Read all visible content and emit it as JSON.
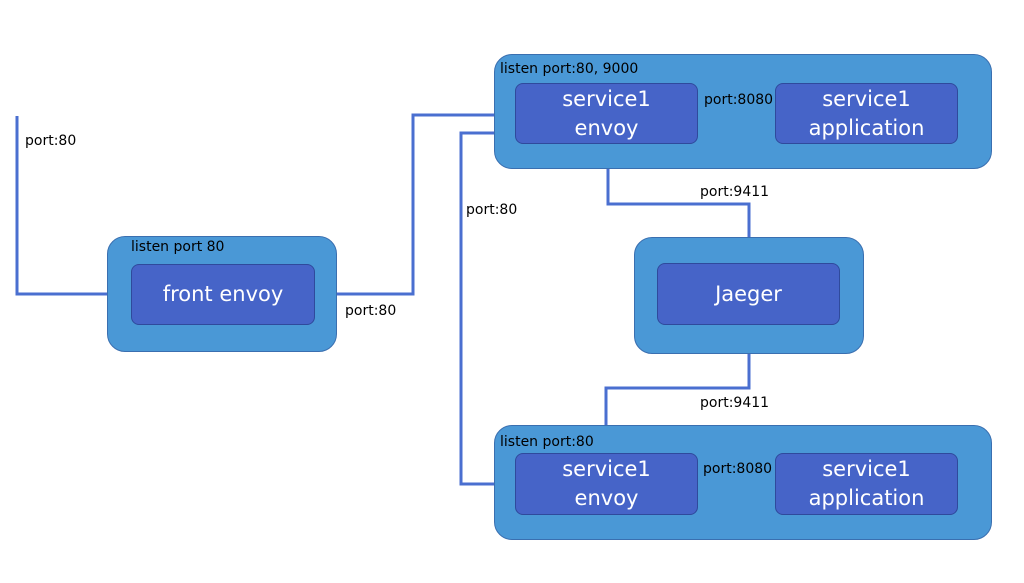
{
  "containers": {
    "front": {
      "label": "listen port 80"
    },
    "service1_top": {
      "label": "listen port:80, 9000"
    },
    "jaeger": {
      "label": ""
    },
    "service1_bottom": {
      "label": "listen port:80"
    }
  },
  "nodes": {
    "front_envoy": {
      "lines": [
        "front envoy"
      ]
    },
    "service1_top_envoy": {
      "lines": [
        "service1",
        "envoy"
      ]
    },
    "service1_top_app": {
      "lines": [
        "service1",
        "application"
      ]
    },
    "jaeger": {
      "lines": [
        "Jaeger"
      ]
    },
    "service1_bottom_envoy": {
      "lines": [
        "service1",
        "envoy"
      ]
    },
    "service1_bottom_app": {
      "lines": [
        "service1",
        "application"
      ]
    }
  },
  "edge_labels": {
    "ingress": "port:80",
    "front_to_service": "port:80",
    "top_to_bottom": "port:80",
    "top_envoy_to_app": "port:8080",
    "top_to_jaeger": "port:9411",
    "bottom_to_jaeger": "port:9411",
    "bottom_envoy_to_app": "port:8080"
  },
  "colors": {
    "container_fill": "#4a98d6",
    "node_fill": "#4664c8",
    "edge": "#4a6fd0"
  }
}
